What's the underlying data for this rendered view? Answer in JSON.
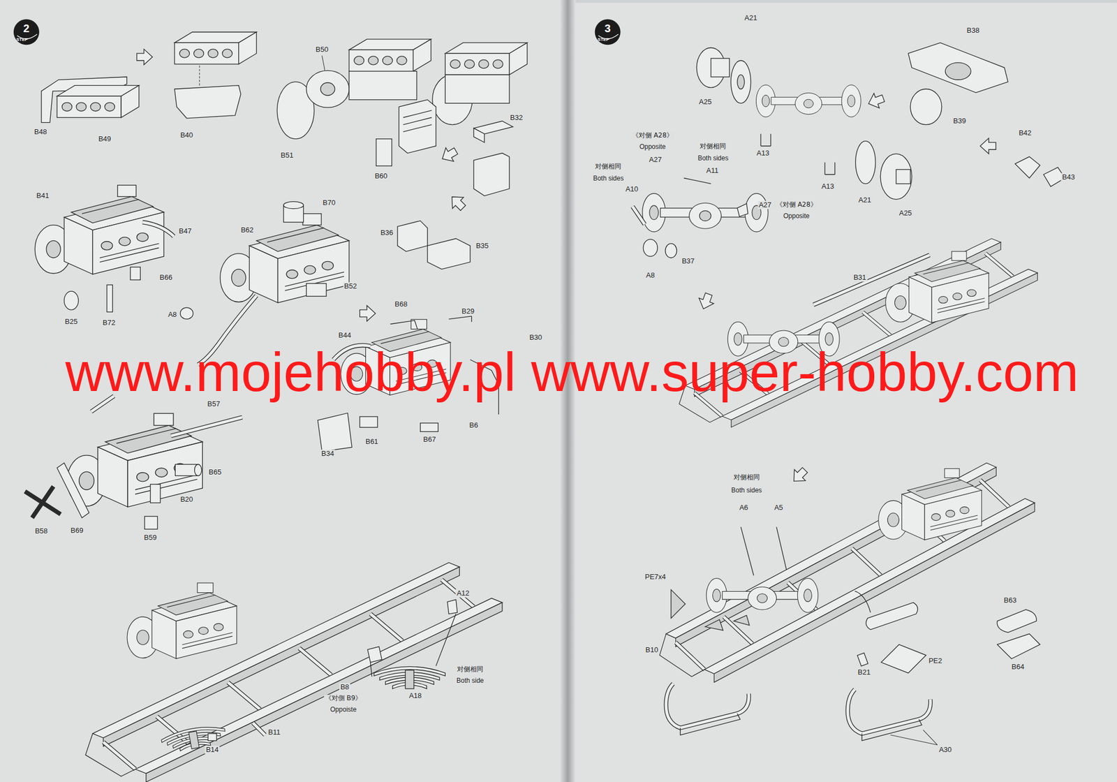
{
  "diagram": {
    "labels": [
      "2",
      "STEP",
      "B48",
      "B49",
      "B40",
      "B50",
      "B51",
      "B60",
      "B32",
      "B41",
      "B47",
      "B66",
      "B25",
      "B72",
      "B70",
      "B62",
      "B52",
      "A8",
      "B36",
      "B35",
      "B68",
      "B29",
      "B44",
      "B30",
      "B57",
      "B34",
      "B61",
      "B67",
      "B6",
      "B65",
      "B20",
      "B58",
      "B69",
      "B59",
      "A12",
      "B8",
      "《对側 B9》",
      "Oppoiste",
      "A18",
      "对侧相同",
      "Both side",
      "B11",
      "B14",
      "3",
      "STEP",
      "A21",
      "A25",
      "B38",
      "B39",
      "A13",
      "A13",
      "A21",
      "A25",
      "B42",
      "B43",
      "《对侧 A28》",
      "Opposite",
      "对侧相同",
      "Both sides",
      "A27",
      "对侧相同",
      "Both sides",
      "A11",
      "A10",
      "A27",
      "《对侧 A28》",
      "Opposite",
      "A8",
      "B37",
      "B31",
      "对侧相同",
      "Both sides",
      "A6",
      "A5",
      "PE7x4",
      "B10",
      "B21",
      "PE2",
      "A30",
      "B63",
      "B64",
      "www.mojehobby.pl www.super-hobby.com"
    ]
  }
}
